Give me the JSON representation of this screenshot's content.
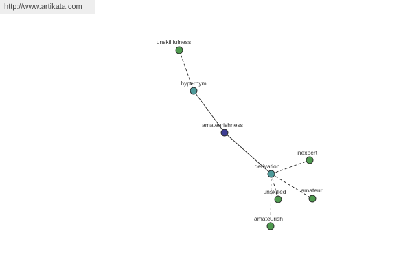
{
  "watermark": "http://www.artikata.com",
  "colors": {
    "lemma": "#3d3d94",
    "relation": "#4f9a9a",
    "word": "#4f9a4f"
  },
  "nodes": [
    {
      "id": "unskillfulness",
      "label": "unskillfulness",
      "kind": "word"
    },
    {
      "id": "hypernym",
      "label": "hypernym",
      "kind": "relation"
    },
    {
      "id": "amateurishness",
      "label": "amateurishness",
      "kind": "lemma"
    },
    {
      "id": "derivation",
      "label": "derivation",
      "kind": "relation"
    },
    {
      "id": "inexpert",
      "label": "inexpert",
      "kind": "word"
    },
    {
      "id": "unskilled",
      "label": "unskilled",
      "kind": "word"
    },
    {
      "id": "amateur",
      "label": "amateur",
      "kind": "word"
    },
    {
      "id": "amateurish",
      "label": "amateurish",
      "kind": "word"
    }
  ],
  "edges": [
    {
      "from": "unskillfulness",
      "to": "hypernym",
      "style": "dashed"
    },
    {
      "from": "hypernym",
      "to": "amateurishness",
      "style": "solid"
    },
    {
      "from": "amateurishness",
      "to": "derivation",
      "style": "solid"
    },
    {
      "from": "derivation",
      "to": "inexpert",
      "style": "dashed"
    },
    {
      "from": "derivation",
      "to": "unskilled",
      "style": "dashed"
    },
    {
      "from": "derivation",
      "to": "amateur",
      "style": "dashed"
    },
    {
      "from": "derivation",
      "to": "amateurish",
      "style": "dashed"
    }
  ]
}
